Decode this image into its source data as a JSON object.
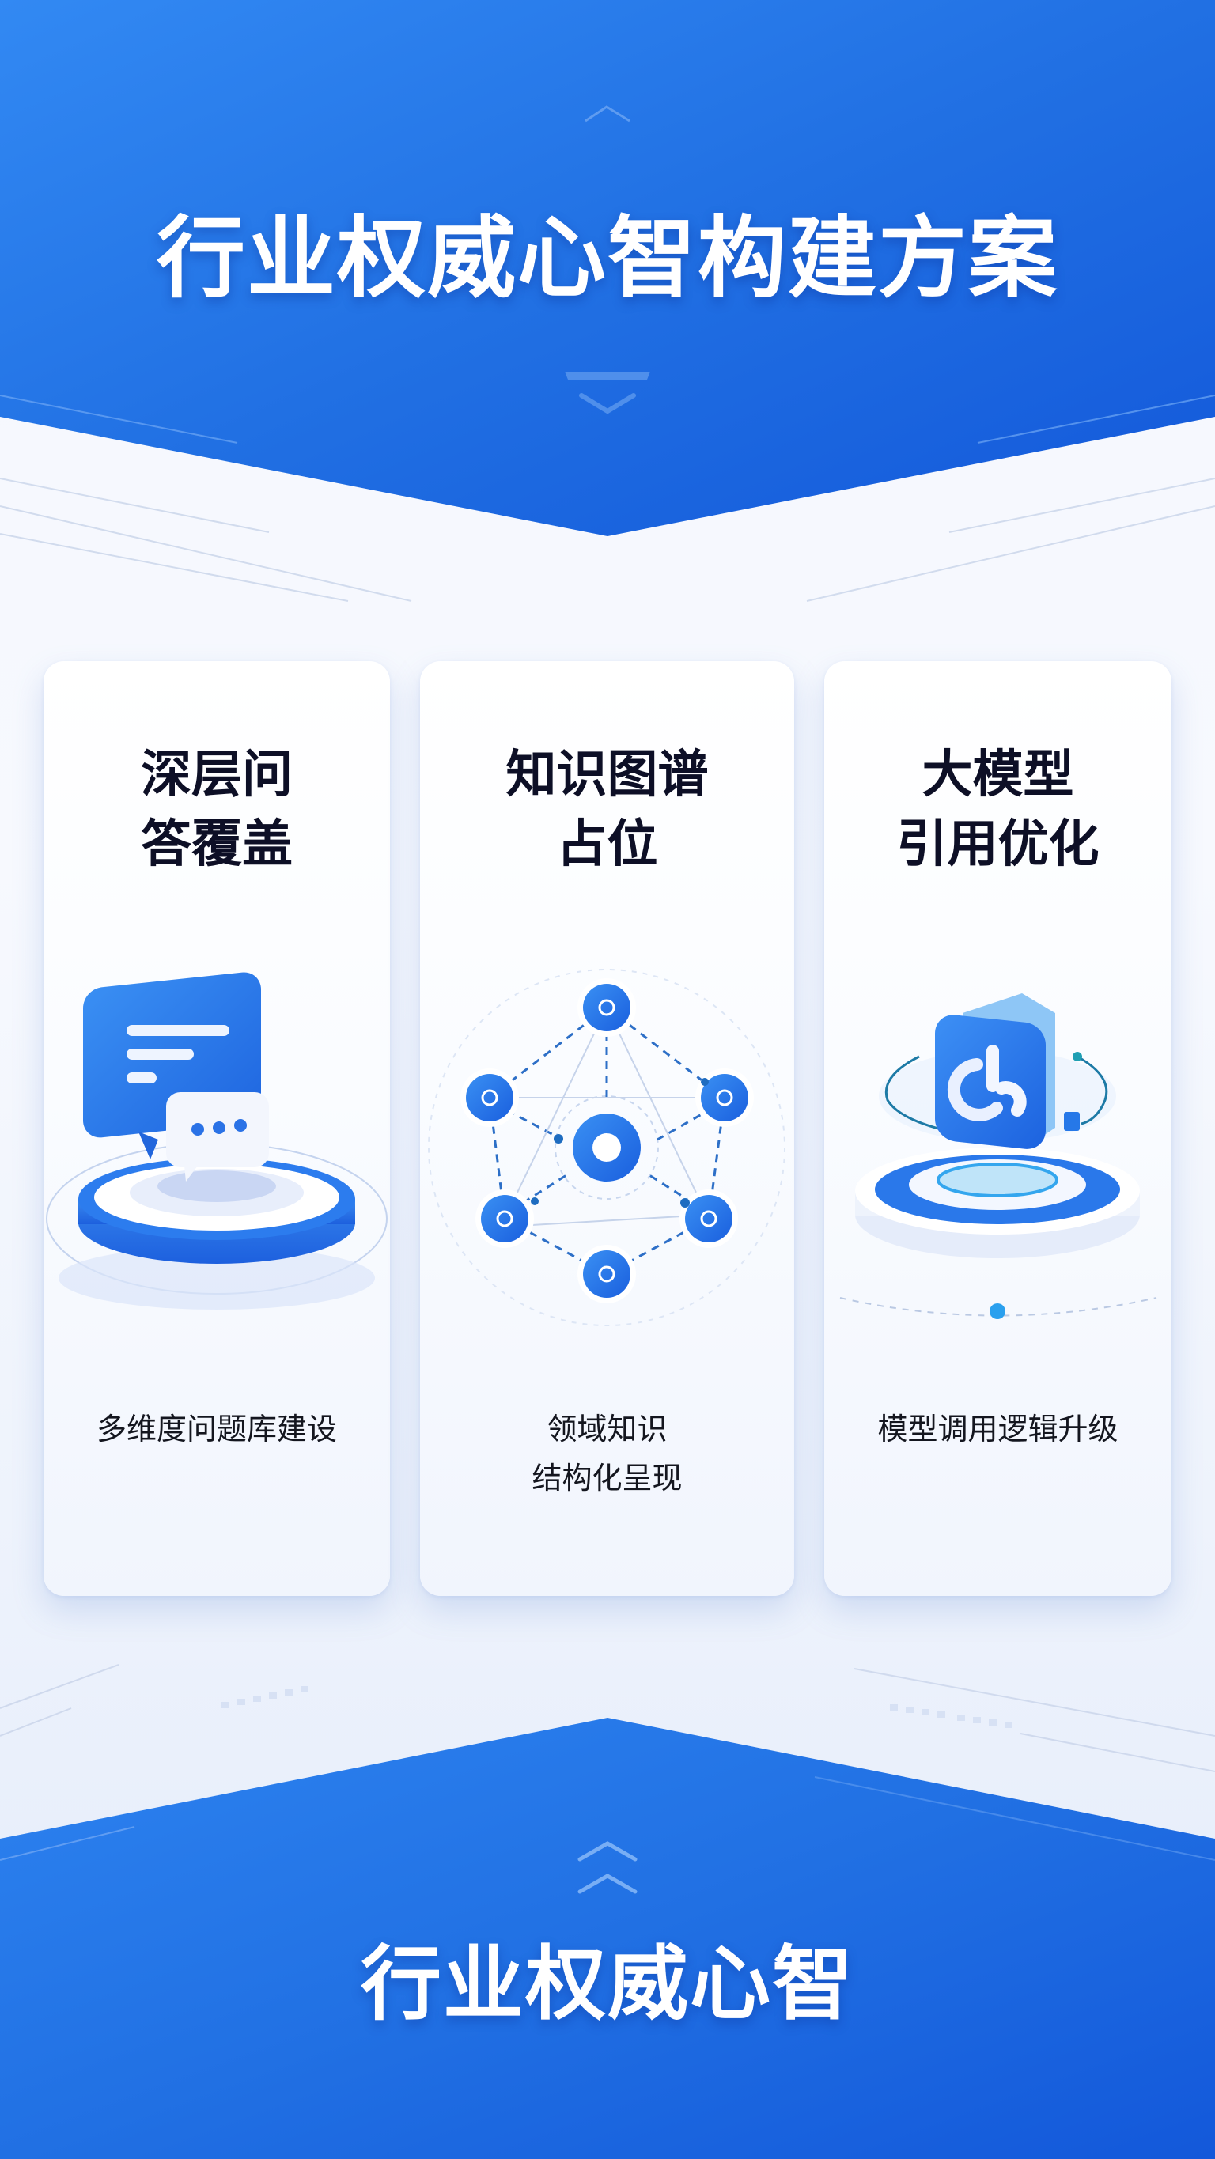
{
  "header": {
    "title": "行业权威心智构建方案",
    "up_chevron_icon": "chevron-up-icon",
    "down_chevron_icon": "chevron-down-icon"
  },
  "cards": [
    {
      "title_lines": [
        "深层问",
        "答覆盖"
      ],
      "illustration": "chat-bubbles-on-podium-icon",
      "desc_lines": [
        "多维度问题库建设"
      ]
    },
    {
      "title_lines": [
        "知识图谱",
        "占位"
      ],
      "illustration": "knowledge-graph-network-icon",
      "desc_lines": [
        "领域知识",
        "结构化呈现"
      ]
    },
    {
      "title_lines": [
        "大模型",
        "引用优化"
      ],
      "illustration": "model-cube-on-podium-icon",
      "desc_lines": [
        "模型调用逻辑升级"
      ]
    }
  ],
  "footer": {
    "title": "行业权威心智",
    "double_chevron_icon": "double-chevron-up-icon"
  },
  "colors": {
    "brand_blue": "#1f6fe6",
    "brand_blue_light": "#3d8cf5",
    "brand_blue_dark": "#155ad8",
    "text_dark": "#0d0f26",
    "background": "#f4f7fd"
  }
}
